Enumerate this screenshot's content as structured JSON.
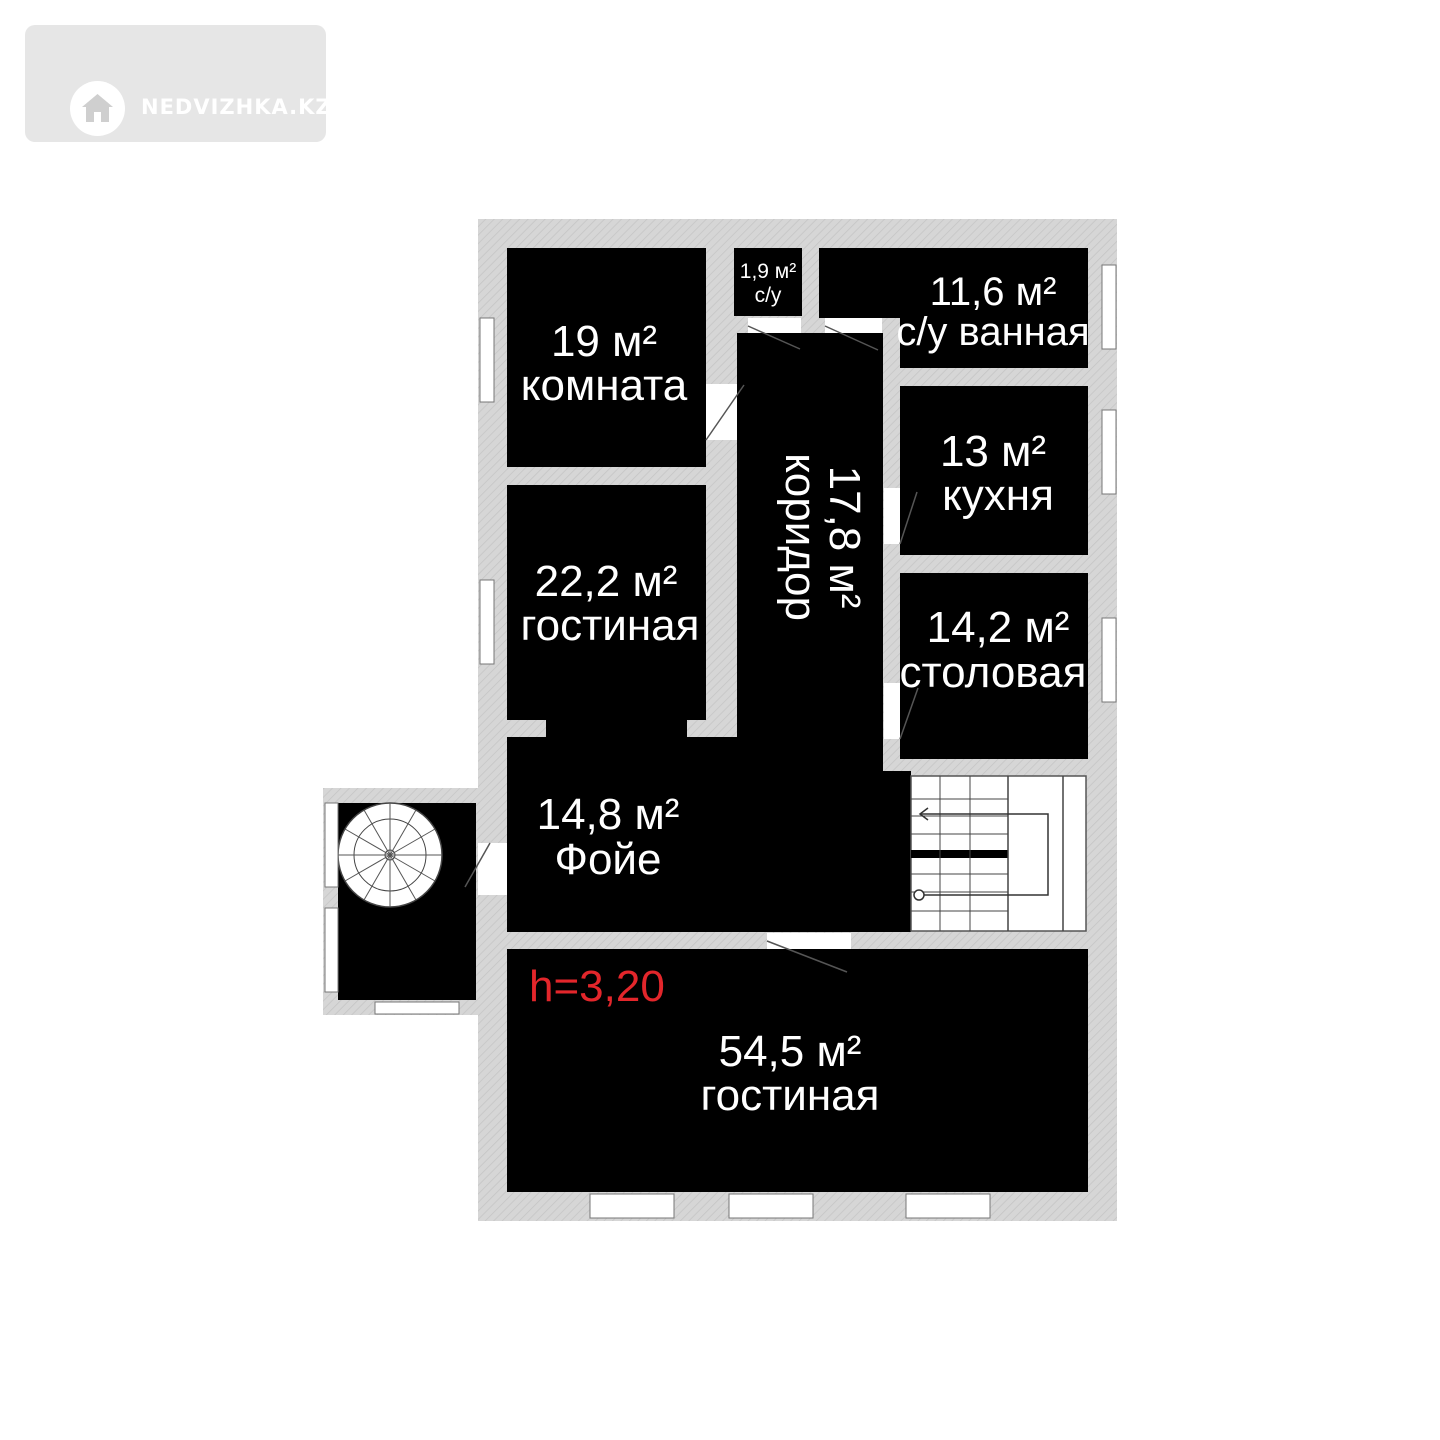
{
  "watermark": {
    "text": "NEDVIZHKA.KZ",
    "icon": "home-icon"
  },
  "plan": {
    "height_marker": "h=3,20",
    "colors": {
      "room_fill": "#000000",
      "wall": "#d3d3d3",
      "height_marker": "#e3262b"
    },
    "rooms": [
      {
        "id": "room-19",
        "area": "19 м²",
        "name": "комната"
      },
      {
        "id": "wc-small",
        "area": "1,9 м²",
        "name": "с/у"
      },
      {
        "id": "bathroom",
        "area": "11,6 м²",
        "name": "с/у ванная"
      },
      {
        "id": "corridor",
        "area": "17,8 м²",
        "name": "коридор"
      },
      {
        "id": "kitchen",
        "area": "13 м²",
        "name": "кухня"
      },
      {
        "id": "living-22",
        "area": "22,2 м²",
        "name": "гостиная"
      },
      {
        "id": "dining",
        "area": "14,2 м²",
        "name": "столовая"
      },
      {
        "id": "foyer",
        "area": "14,8 м²",
        "name": "Фойе"
      },
      {
        "id": "living-54",
        "area": "54,5 м²",
        "name": "гостиная"
      }
    ]
  }
}
